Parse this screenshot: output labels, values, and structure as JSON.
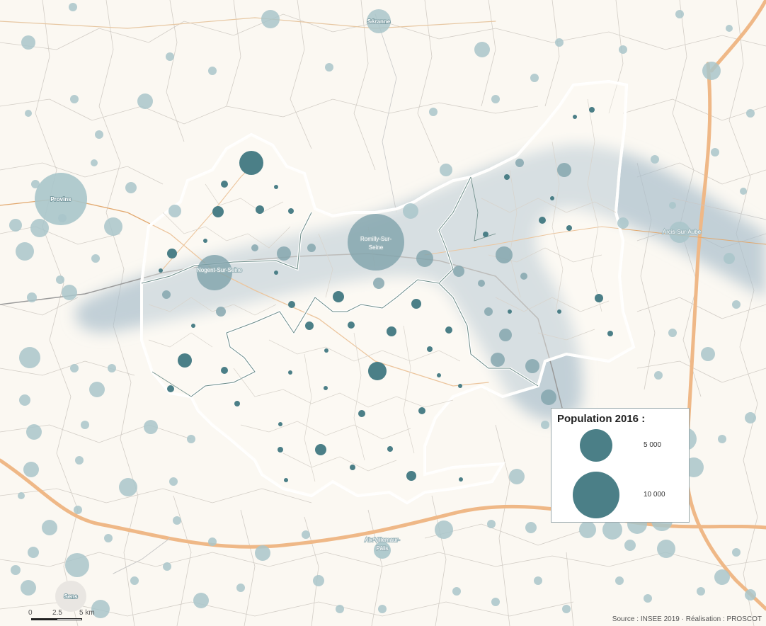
{
  "places": {
    "sezanne": "Sézanne",
    "provins": "Provins",
    "nogent": "Nogent-Sur-Seine",
    "romilly_1": "Romilly-Sur-",
    "romilly_2": "Seine",
    "arcis": "Arcis-Sur-Aube",
    "aix_1": "Aix-Villemaur-",
    "aix_2": "Pâlis",
    "sens": "Sens"
  },
  "legend": {
    "title": "Population 2016 :",
    "items": [
      {
        "label": "5 000",
        "value": 5000
      },
      {
        "label": "10 000",
        "value": 10000
      }
    ]
  },
  "credits": "Source : INSEE 2019 · Réalisation : PROSCOT",
  "scale": {
    "ticks": [
      "0",
      "2.5",
      "5 km"
    ]
  },
  "colors": {
    "background": "#fbf8f2",
    "inside_circle": "#4b7f87",
    "outside_circle": "#a9c5ca",
    "corridor": "#a9bfcc",
    "boundary": "#2f5e4e",
    "road": "#efb887"
  }
}
